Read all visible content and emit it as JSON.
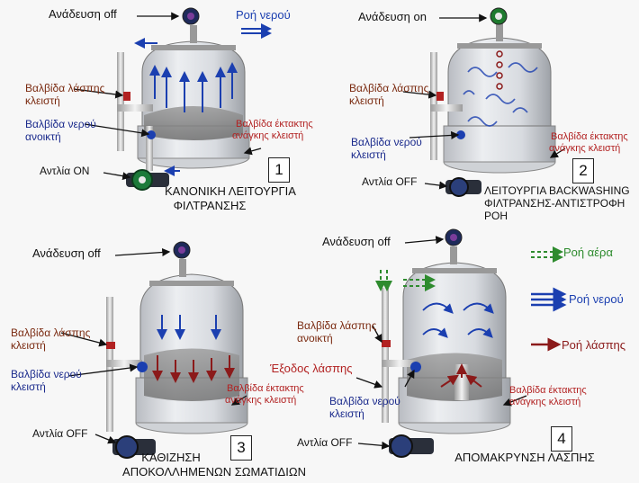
{
  "panel1": {
    "aeration": "Ανάδευση off",
    "water_flow": "Ροή νερού",
    "sludge_valve": "Βαλβίδα λάσπης",
    "sludge_valve_state": "κλειστή",
    "water_valve": "Βαλβίδα νερού",
    "water_valve_state": "ανοικτή",
    "emergency_valve": "Βαλβίδα έκτακτης",
    "emergency_valve_state": "ανάγκης κλειστή",
    "pump": "Αντλία ON",
    "number": "1",
    "caption_line1": "ΚΑΝΟΝΙΚΗ ΛΕΙΤΟΥΡΓΙΑ",
    "caption_line2": "ΦΙΛΤΡΑΝΣΗΣ"
  },
  "panel2": {
    "aeration": "Ανάδευση on",
    "sludge_valve": "Βαλβίδα λάσπης",
    "sludge_valve_state": "κλειστή",
    "water_valve": "Βαλβίδα νερού",
    "water_valve_state": "κλειστή",
    "emergency_valve": "Βαλβίδα έκτακτης",
    "emergency_valve_state": "ανάγκης κλειστή",
    "pump": "Αντλία OFF",
    "number": "2",
    "caption_line1": "ΛΕΙΤΟΥΡΓΙΑ BACKWASHING",
    "caption_line2": "ΦΙΛΤΡΑΝΣΗΣ-ΑΝΤΙΣΤΡΟΦΗ",
    "caption_line3": "ΡΟΗ"
  },
  "panel3": {
    "aeration": "Ανάδευση off",
    "sludge_valve": "Βαλβίδα λάσπης",
    "sludge_valve_state": "κλειστή",
    "water_valve": "Βαλβίδα νερού",
    "water_valve_state": "κλειστή",
    "emergency_valve": "Βαλβίδα έκτακτης",
    "emergency_valve_state": "ανάγκης κλειστή",
    "pump": "Αντλία OFF",
    "number": "3",
    "caption_line1": "ΚΑΘΙΖΗΣΗ",
    "caption_line2": "ΑΠΟΚΟΛΛΗΜΕΝΩΝ ΣΩΜΑΤΙΔΙΩΝ"
  },
  "panel4": {
    "aeration": "Ανάδευση off",
    "sludge_valve": "Βαλβίδα λάσπης",
    "sludge_valve_state": "ανοικτή",
    "sludge_outlet": "Έξοδος λάσπης",
    "water_valve": "Βαλβίδα νερού",
    "water_valve_state": "κλειστή",
    "emergency_valve": "Βαλβίδα έκτακτης",
    "emergency_valve_state": "ανάγκης κλειστή",
    "pump": "Αντλία OFF",
    "number": "4",
    "caption_line1": "ΑΠΟΜΑΚΡΥΝΣΗ ΛΑΣΠΗΣ"
  },
  "legend": {
    "air_flow": "Ροή αέρα",
    "water_flow": "Ροή νερού",
    "sludge_flow": "Ροή λάσπης"
  },
  "colors": {
    "water": "#1b3fb0",
    "sludge": "#8b1a1a",
    "air": "#2e8b2e",
    "emergency_text": "#b22222",
    "sludge_valve_text": "#7a2a10"
  }
}
